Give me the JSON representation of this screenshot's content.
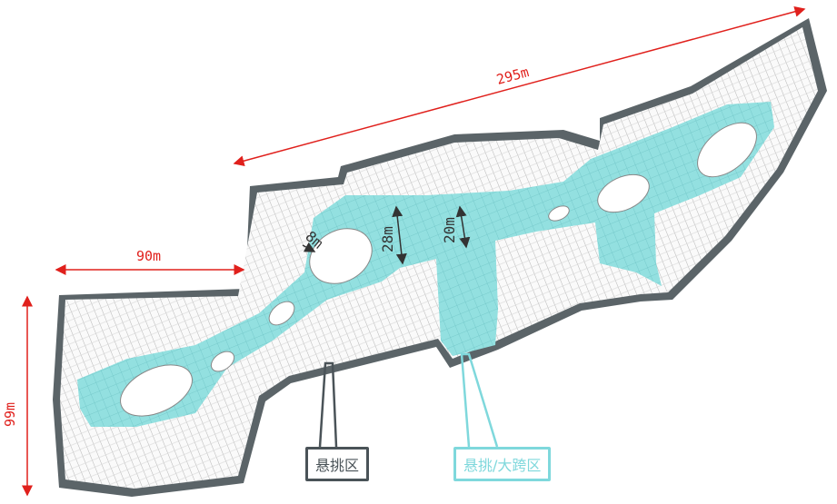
{
  "dimensions": {
    "length": "295m",
    "left_width": "90m",
    "height": "99m",
    "cantilever": "8m",
    "span_a": "28m",
    "span_b": "20m"
  },
  "labels": {
    "cantilever_zone": "悬挑区",
    "cantilever_long_span_zone": "悬挑/大跨区"
  },
  "colors": {
    "dimension": "#e0201c",
    "corridor": "#93e0e0",
    "outline": "#5b6468",
    "cantilever": "#4a5358",
    "long_span": "#7fd8dc"
  }
}
